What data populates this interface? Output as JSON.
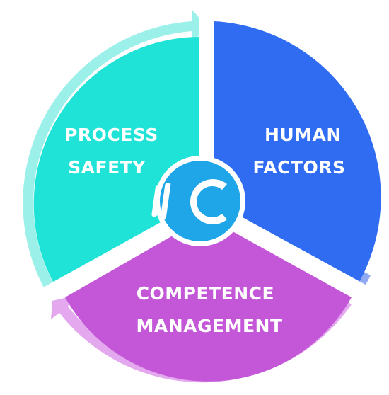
{
  "segments": [
    {
      "id": "process-safety",
      "lines": [
        "PROCESS",
        "SAFETY"
      ],
      "fill": "#1ee3d6",
      "arrow": "#9cf0ea"
    },
    {
      "id": "human-factors",
      "lines": [
        "HUMAN",
        "FACTORS"
      ],
      "fill": "#2f6cf2",
      "arrow": "#8fa9f3"
    },
    {
      "id": "competence-management",
      "lines": [
        "COMPETENCE",
        "MANAGEMENT"
      ],
      "fill": "#c457d8",
      "arrow": "#e3a8ee"
    }
  ],
  "center": {
    "logo": "hc-logo-icon",
    "fill": "#1fa6e8",
    "ring": "#ffffff"
  },
  "background": "#ffffff"
}
